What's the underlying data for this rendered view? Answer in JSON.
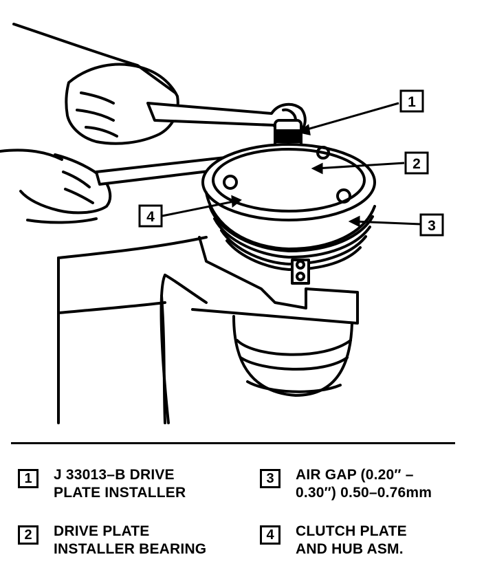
{
  "callouts": [
    {
      "number": "1"
    },
    {
      "number": "2"
    },
    {
      "number": "3"
    },
    {
      "number": "4"
    }
  ],
  "legend": [
    {
      "number": "1",
      "lines": [
        "J 33013–B DRIVE",
        "PLATE INSTALLER"
      ]
    },
    {
      "number": "3",
      "lines": [
        "AIR GAP (0.20″ –",
        "0.30″) 0.50–0.76mm"
      ]
    },
    {
      "number": "2",
      "lines": [
        "DRIVE PLATE",
        "INSTALLER BEARING"
      ]
    },
    {
      "number": "4",
      "lines": [
        "CLUTCH PLATE",
        "AND HUB ASM."
      ]
    }
  ]
}
